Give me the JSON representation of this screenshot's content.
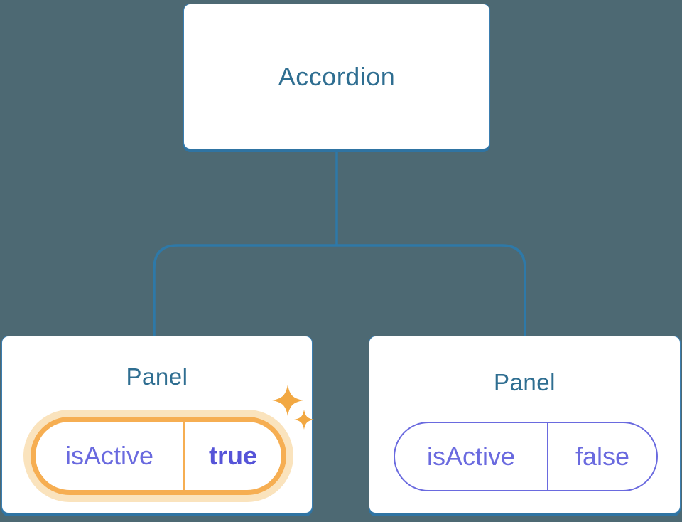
{
  "tree": {
    "root": {
      "label": "Accordion"
    },
    "children": [
      {
        "title": "Panel",
        "state": {
          "key": "isActive",
          "value": "true"
        },
        "highlighted": true,
        "icon": "sparkles-icon"
      },
      {
        "title": "Panel",
        "state": {
          "key": "isActive",
          "value": "false"
        },
        "highlighted": false
      }
    ]
  },
  "colors": {
    "background": "#4D6973",
    "node_border": "#3B7EB0",
    "node_shadow": "#2F74A3",
    "node_text": "#2F6E91",
    "connector": "#2E79A8",
    "state_purple": "#6A6ADF",
    "state_purple_bold": "#5654D8",
    "highlight_orange": "#F6AE52",
    "highlight_halo": "#FAE3BD",
    "sparkle": "#F2A842"
  }
}
